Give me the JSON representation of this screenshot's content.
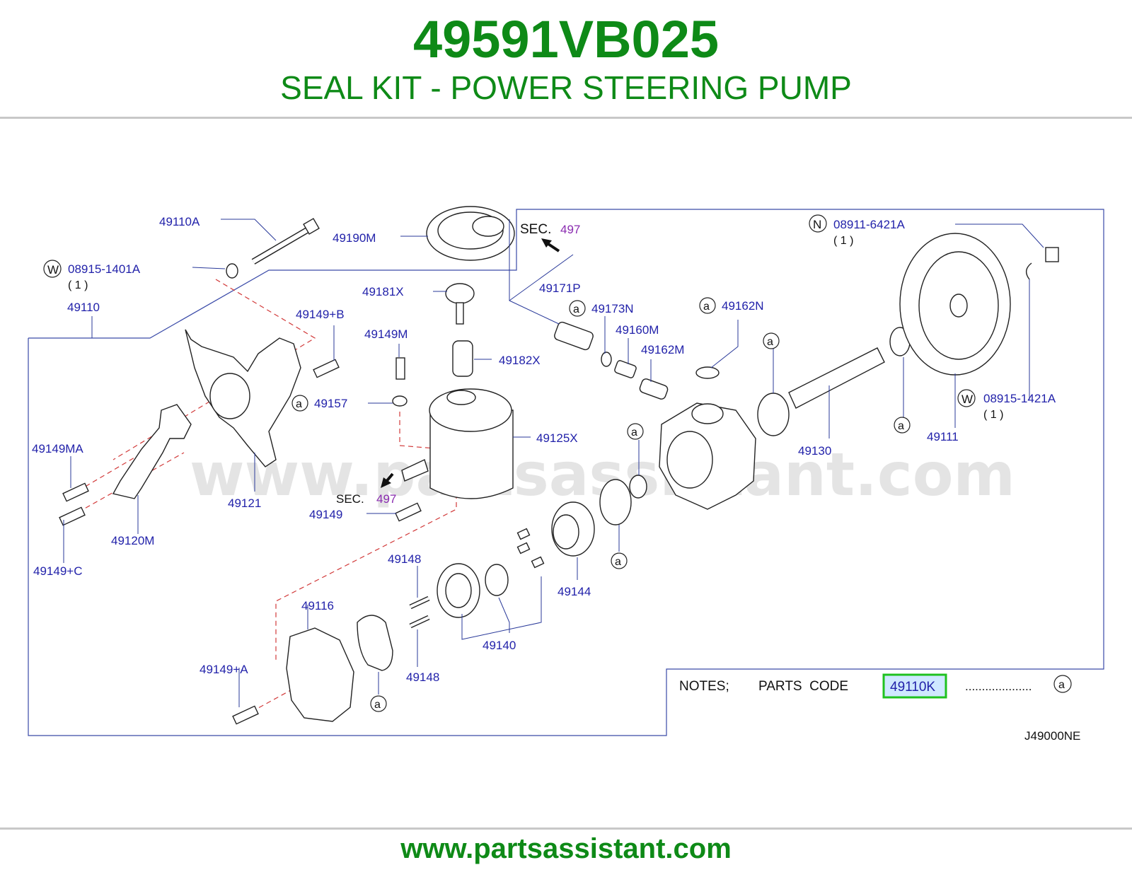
{
  "header": {
    "part_number": "49591VB025",
    "title": "SEAL KIT - POWER STEERING PUMP"
  },
  "footer": {
    "url": "www.partsassistant.com"
  },
  "watermark": "www.partsassistant.com",
  "colors": {
    "brand_green": "#0e8a17",
    "label_blue": "#2222aa",
    "sec_purple": "#8a2bb0",
    "highlight_green": "#1fc21f"
  },
  "diagram": {
    "labels": {
      "p49110A": "49110A",
      "p49190M": "49190M",
      "w08915_1401A": "08915-1401A",
      "qty1_a": "( 1 )",
      "p49110": "49110",
      "p49181X": "49181X",
      "p49149B": "49149+B",
      "p49149M": "49149M",
      "p49182X": "49182X",
      "p49157": "49157",
      "p49125X": "49125X",
      "p49149MA": "49149MA",
      "p49121": "49121",
      "p49149": "49149",
      "p49120M": "49120M",
      "p49149C": "49149+C",
      "p49148a": "49148",
      "p49148b": "49148",
      "p49116": "49116",
      "p49140": "49140",
      "p49144": "49144",
      "p49149A": "49149+A",
      "p49171P": "49171P",
      "p49173N": "49173N",
      "p49160M": "49160M",
      "p49162M": "49162M",
      "p49162N": "49162N",
      "n08911_6421A": "08911-6421A",
      "qty1_b": "( 1 )",
      "p49130": "49130",
      "p49111": "49111",
      "w08915_1421A": "08915-1421A",
      "qty1_c": "( 1 )",
      "drawing_code": "J49000NE"
    },
    "sec_refs": [
      {
        "prefix": "SEC.",
        "number": "497"
      },
      {
        "prefix": "SEC.",
        "number": "497"
      }
    ],
    "markers": {
      "a": "a",
      "W": "W",
      "N": "N"
    },
    "notes": {
      "prefix": "NOTES;",
      "parts_code_label": "PARTS  CODE",
      "highlighted_code": "49110K",
      "dots": "....................",
      "marker": "a"
    }
  }
}
